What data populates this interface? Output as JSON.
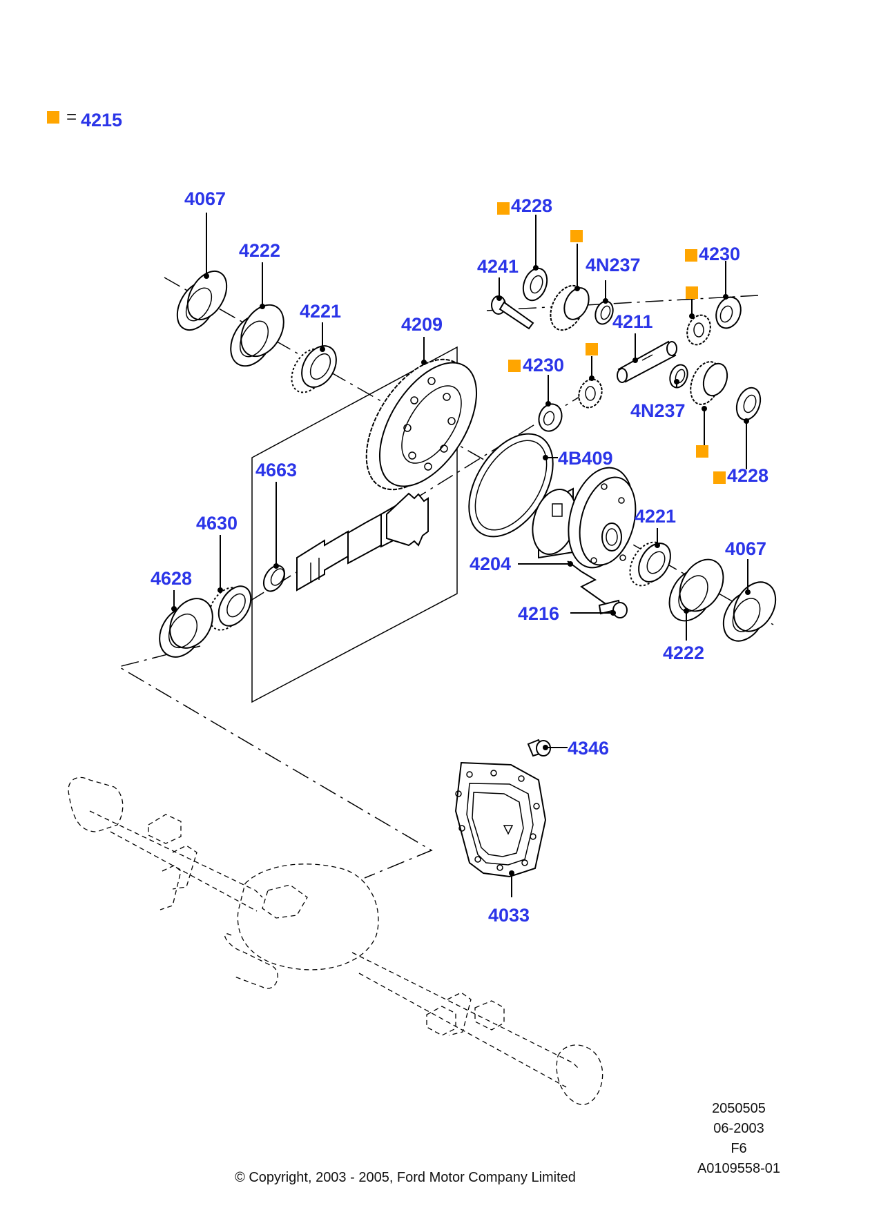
{
  "legend": {
    "equals": "=",
    "part_number": "4215",
    "marker_color": "#ffa500"
  },
  "label_color": "#2b35e8",
  "parts": {
    "p4067_left": "4067",
    "p4222_left": "4222",
    "p4221_left": "4221",
    "p4209": "4209",
    "p4228_top": "4228",
    "p4241": "4241",
    "p4N237_top": "4N237",
    "p4230_top": "4230",
    "p4211": "4211",
    "p4230_mid": "4230",
    "p4N237_mid": "4N237",
    "p4228_right": "4228",
    "p4B409": "4B409",
    "p4663": "4663",
    "p4630": "4630",
    "p4628": "4628",
    "p4204": "4204",
    "p4221_right": "4221",
    "p4067_right": "4067",
    "p4216": "4216",
    "p4222_right": "4222",
    "p4346": "4346",
    "p4033": "4033"
  },
  "footer": {
    "drawing_number": "2050505",
    "date": "06-2003",
    "section": "F6",
    "reference": "A0109558-01",
    "copyright": "© Copyright, 2003 - 2005, Ford Motor Company Limited"
  }
}
